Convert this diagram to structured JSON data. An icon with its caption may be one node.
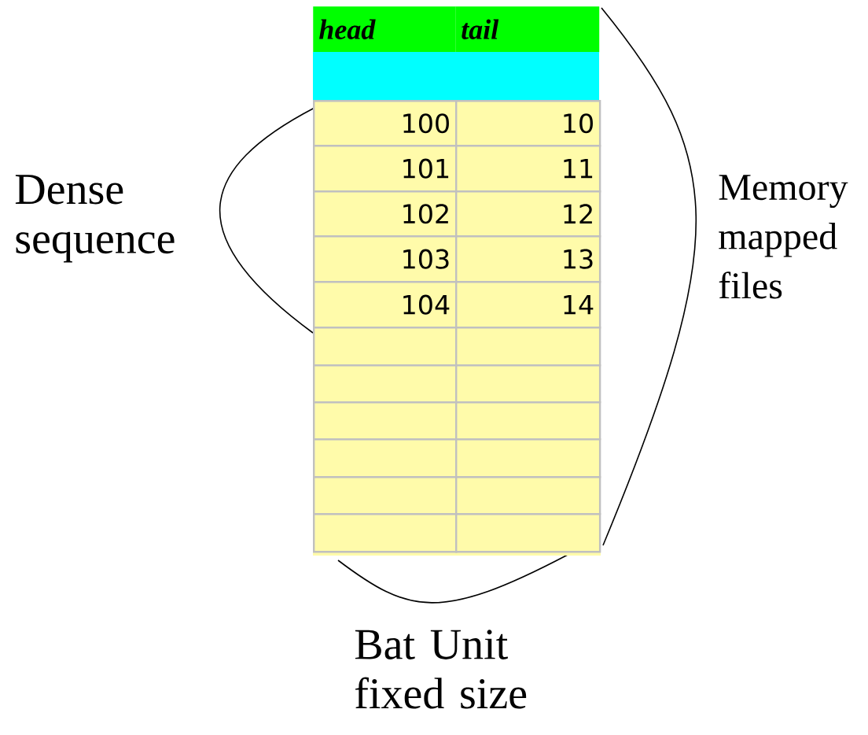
{
  "diagram": {
    "labels": [
      "head",
      "tail",
      "100",
      "10",
      "101",
      "11",
      "102",
      "12",
      "103",
      "13",
      "104",
      "14",
      "Dense sequence",
      "Memory mapped files",
      "Bat Unit fixed size"
    ]
  }
}
